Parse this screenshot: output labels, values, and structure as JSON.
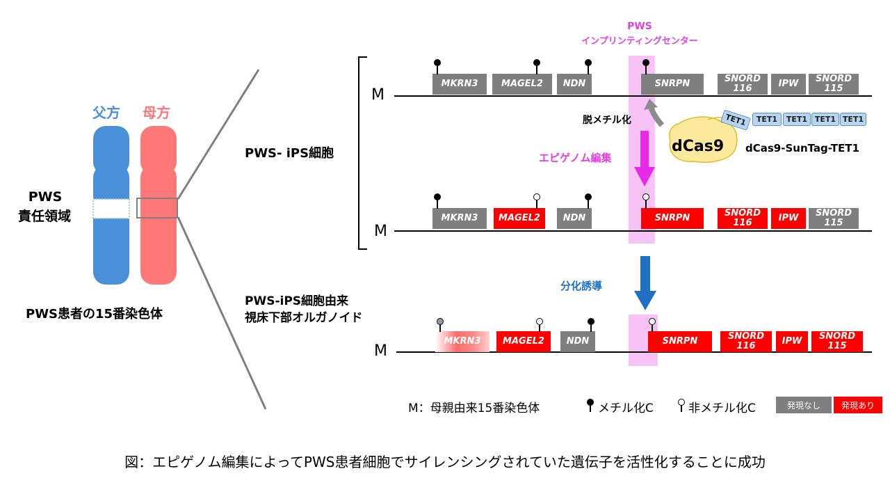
{
  "chromosomes": {
    "father_label": "父方",
    "mother_label": "母方",
    "region_label_1": "PWS",
    "region_label_2": "責任領域",
    "caption": "PWS患者の15番染色体",
    "colors": {
      "father": "#4a90d9",
      "mother": "#ff7878"
    }
  },
  "imprinting_center": {
    "line1": "PWS",
    "line2": "インプリンティングセンター"
  },
  "m_label": "M",
  "cell_labels": {
    "ips": "PWS- iPS細胞",
    "organoid_1": "PWS-iPS細胞由来",
    "organoid_2": "視床下部オルガノイド"
  },
  "demethylation_label": "脱メチル化",
  "epigenome_label": "エピゲノム編集",
  "differentiation_label": "分化誘導",
  "dcas9": {
    "label": "dCas9",
    "complex_label": "dCas9-SunTag-TET1",
    "tet": [
      "TET1",
      "TET1",
      "TET1",
      "TET1",
      "TET1"
    ]
  },
  "rows": [
    {
      "genes": [
        {
          "name": "MKRN3",
          "state": "gray"
        },
        {
          "name": "MAGEL2",
          "state": "gray"
        },
        {
          "name": "NDN",
          "state": "gray"
        },
        {
          "name": "SNRPN",
          "state": "gray"
        },
        {
          "name": "SNORD\n116",
          "state": "gray"
        },
        {
          "name": "IPW",
          "state": "gray"
        },
        {
          "name": "SNORD\n115",
          "state": "gray"
        }
      ]
    },
    {
      "genes": [
        {
          "name": "MKRN3",
          "state": "gray"
        },
        {
          "name": "MAGEL2",
          "state": "red"
        },
        {
          "name": "NDN",
          "state": "gray"
        },
        {
          "name": "SNRPN",
          "state": "red"
        },
        {
          "name": "SNORD\n116",
          "state": "red"
        },
        {
          "name": "IPW",
          "state": "red"
        },
        {
          "name": "SNORD\n115",
          "state": "gray"
        }
      ]
    },
    {
      "genes": [
        {
          "name": "MKRN3",
          "state": "faded"
        },
        {
          "name": "MAGEL2",
          "state": "red"
        },
        {
          "name": "NDN",
          "state": "gray"
        },
        {
          "name": "SNRPN",
          "state": "red"
        },
        {
          "name": "SNORD\n116",
          "state": "red"
        },
        {
          "name": "IPW",
          "state": "red"
        },
        {
          "name": "SNORD\n115",
          "state": "red"
        }
      ]
    }
  ],
  "legend": {
    "m_desc": "M：母親由来15番染色体",
    "methylated": "メチル化C",
    "unmethylated": "非メチル化C",
    "not_expressed": "発現なし",
    "expressed": "発現あり"
  },
  "figure_caption": "図：エピゲノム編集によってPWS患者細胞でサイレンシングされていた遺伝子を活性化することに成功"
}
